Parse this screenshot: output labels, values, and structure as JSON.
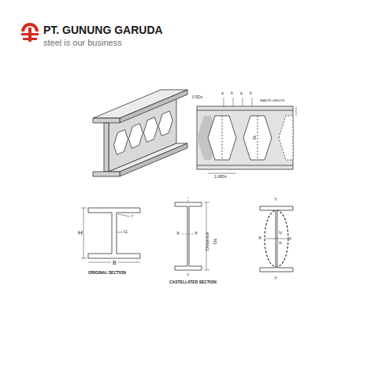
{
  "diagram": {
    "title": "PT. GUNUNG GARUDA",
    "labels": [
      "steel is our business",
      "0.5Ds",
      "a",
      "b",
      "a",
      "b",
      "WASTE LENGTH",
      "d",
      "1.08Ds",
      "H",
      "B",
      "r",
      "t1",
      "ORIGINAL SECTION",
      "X",
      "X",
      "Y",
      "Distance",
      "Ds",
      "CASTELLATED SECTION",
      "Y",
      "Y",
      "X",
      "y",
      "Iy",
      "Ix"
    ]
  }
}
